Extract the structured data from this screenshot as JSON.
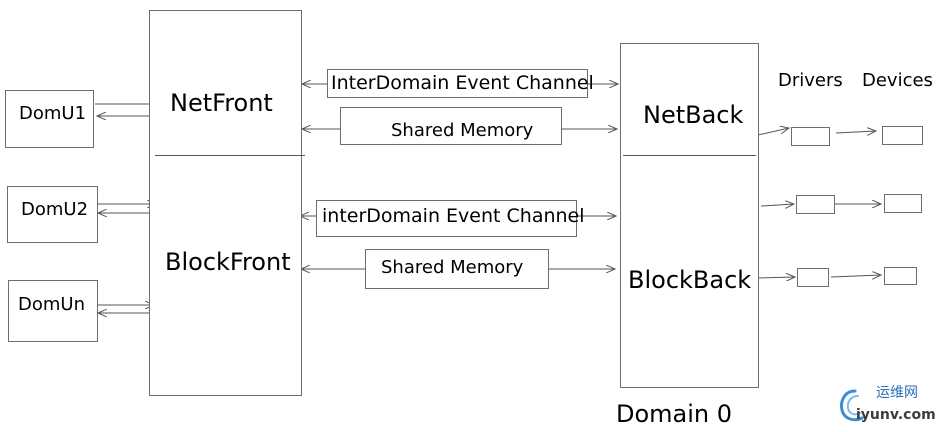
{
  "domu": {
    "domu1": "DomU1",
    "domu2": "DomU2",
    "domun": "DomUn"
  },
  "frontend": {
    "netfront": "NetFront",
    "blockfront": "BlockFront"
  },
  "channels": {
    "event1": "InterDomain Event Channel",
    "mem1": "Shared Memory",
    "event2": "interDomain Event Channel",
    "mem2": "Shared Memory"
  },
  "backend": {
    "netback": "NetBack",
    "blockback": "BlockBack",
    "domain0": "Domain 0"
  },
  "columns": {
    "drivers": "Drivers",
    "devices": "Devices"
  },
  "watermark": {
    "cn": "运维网",
    "en": "iyunv.com"
  }
}
